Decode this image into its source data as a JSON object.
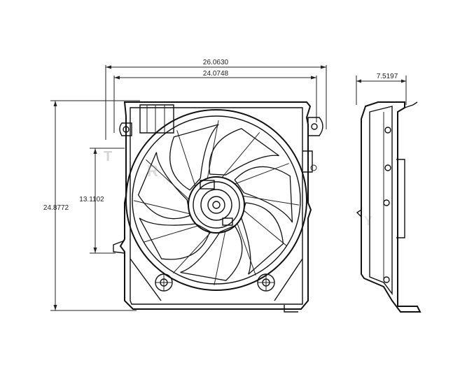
{
  "dimensions": {
    "overall_width": "26.0630",
    "inner_width": "24.0748",
    "overall_height": "24.8772",
    "motor_height": "13.1102",
    "depth": "7.5197"
  },
  "colors": {
    "line": "#111111",
    "background": "#ffffff"
  }
}
